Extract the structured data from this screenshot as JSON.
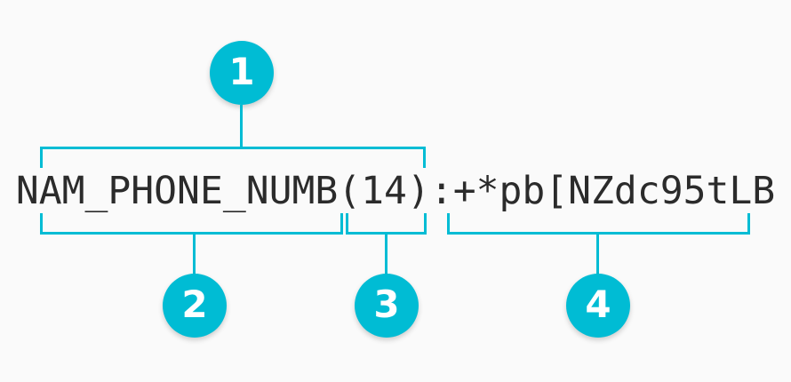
{
  "diagram": {
    "type": "annotated-string-breakdown",
    "colors": {
      "accent": "#00BCD4",
      "text": "#2B2B2B",
      "background": "#FAFAFA",
      "marker_label": "#FFFFFF"
    },
    "code_string": "NAM_PHONE_NUMB(14):+*pb[NZdc95tLB",
    "segments": [
      {
        "marker": "1",
        "position": "top",
        "text": "NAM_PHONE_NUMB(14)"
      },
      {
        "marker": "2",
        "position": "bottom",
        "text": "NAM_PHONE_NUMB"
      },
      {
        "marker": "3",
        "position": "bottom",
        "text": "(14)"
      },
      {
        "marker": "4",
        "position": "bottom",
        "text": ":+*pb[NZdc95tLB"
      }
    ]
  }
}
